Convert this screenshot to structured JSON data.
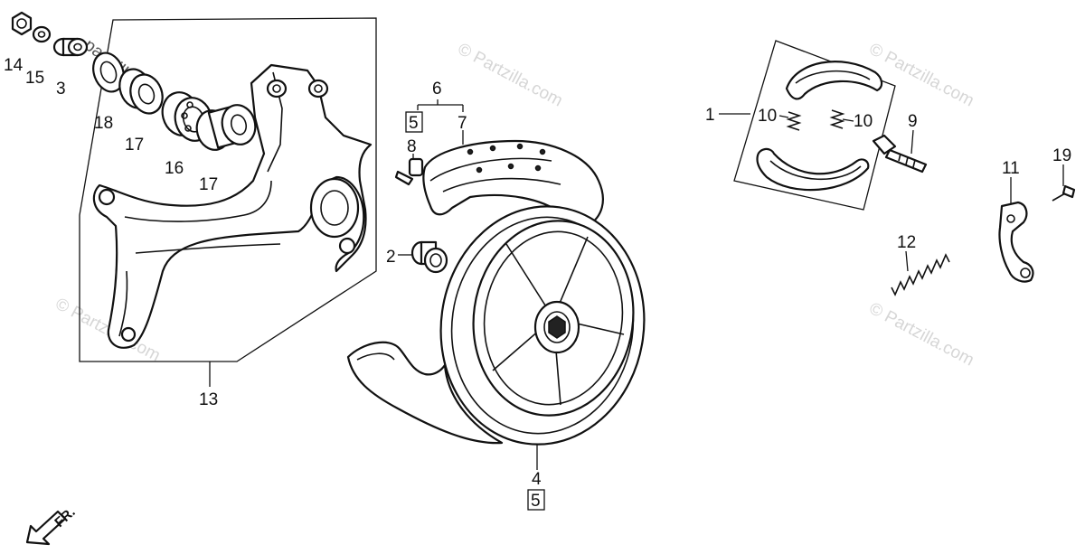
{
  "labels": {
    "p1": "1",
    "p2": "2",
    "p3": "3",
    "p4": "4",
    "p4_box": "5",
    "p6": "6",
    "p6_box": "5",
    "p7": "7",
    "p8": "8",
    "p9": "9",
    "p10a": "10",
    "p10b": "10",
    "p11": "11",
    "p12": "12",
    "p13": "13",
    "p14": "14",
    "p15": "15",
    "p16": "16",
    "p17a": "17",
    "p17b": "17",
    "p18": "18",
    "p19": "19"
  },
  "direction": {
    "text": "FR."
  },
  "watermark": {
    "text": "© Partzilla.com",
    "inline": "partzilla.com"
  },
  "colors": {
    "ink": "#111111",
    "watermark": "#d6d6d6",
    "background": "#ffffff"
  }
}
